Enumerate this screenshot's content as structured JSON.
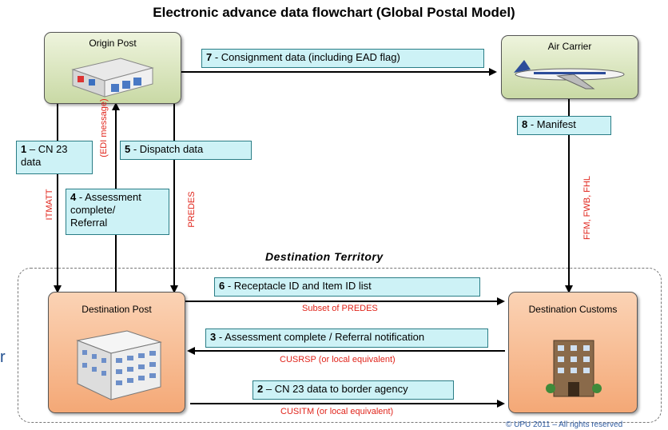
{
  "title": "Electronic advance data flowchart (Global Postal Model)",
  "nodes": {
    "origin_post": "Origin Post",
    "air_carrier": "Air Carrier",
    "destination_post": "Destination Post",
    "destination_customs": "Destination Customs"
  },
  "territory_label": "Destination Territory",
  "messages": {
    "m1_num": "1",
    "m1_text": " – CN 23",
    "m1_text2": "data",
    "m4_num": "4",
    "m4_text": " - Assessment",
    "m4_text2": "complete/",
    "m4_text3": "Referral",
    "m5_num": "5",
    "m5_text": " - Dispatch data",
    "m7_num": "7",
    "m7_text": " - Consignment data (including EAD flag)",
    "m8_num": "8",
    "m8_text": " - Manifest",
    "m6_num": "6",
    "m6_text": " - Receptacle ID and Item ID list",
    "m3_num": "3",
    "m3_text": " - Assessment complete / Referral notification",
    "m2_num": "2",
    "m2_text": " – CN 23 data to border agency"
  },
  "red_labels": {
    "itmatt": "ITMATT",
    "edi": "(EDI message)",
    "predes": "PREDES",
    "ffm": "FFM, FWB, FHL",
    "subset": "Subset of PREDES",
    "cusrsp": "CUSRSP (or local equivalent)",
    "cusitm": "CUSITM (or local equivalent)"
  },
  "edge_char": "r",
  "copyright": "© UPU 2011 – All rights reserved",
  "colors": {
    "message_fill": "#cdf2f6",
    "green_node": "#c9d9a5",
    "orange_node": "#f4a876",
    "red_text": "#e0241b"
  }
}
